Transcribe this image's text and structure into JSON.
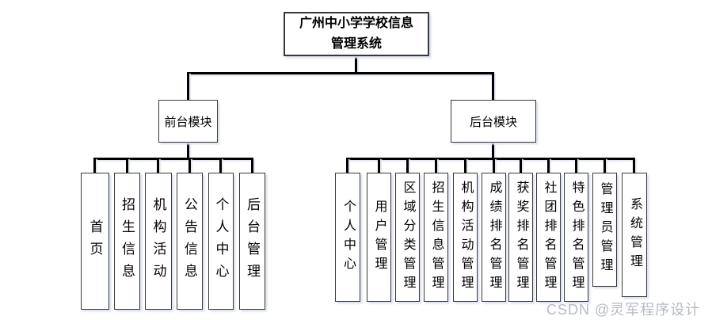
{
  "root": {
    "title": "广州中小学学校信息\n管理系统"
  },
  "front": {
    "label": "前台模块",
    "children": [
      "首页",
      "招生信息",
      "机构活动",
      "公告信息",
      "个人中心",
      "后台管理"
    ]
  },
  "back": {
    "label": "后台模块",
    "children": [
      "个人中心",
      "用户管理",
      "区域分类管理",
      "招生信息管理",
      "机构活动管理",
      "成绩排名管理",
      "获奖排名管理",
      "社团排名管理",
      "特色排名管理",
      "管理员管理",
      "系统管理"
    ]
  },
  "watermark": "CSDN @灵军程序设计",
  "colors": {
    "line": "#000000",
    "border": "#383838",
    "shadow": "#dde3f0",
    "watermark": "#b6bac4",
    "background": "#ffffff"
  }
}
